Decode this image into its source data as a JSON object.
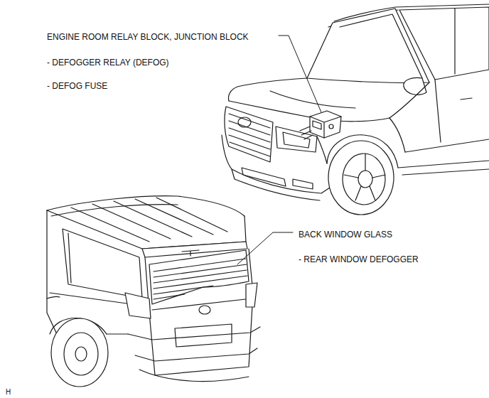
{
  "diagram": {
    "labels": [
      "ENGINE ROOM RELAY BLOCK, JUNCTION BLOCK",
      "- DEFOGGER RELAY (DEFOG)",
      "- DEFOG FUSE",
      "BACK WINDOW GLASS",
      "- REAR WINDOW DEFOGGER",
      "H"
    ]
  }
}
